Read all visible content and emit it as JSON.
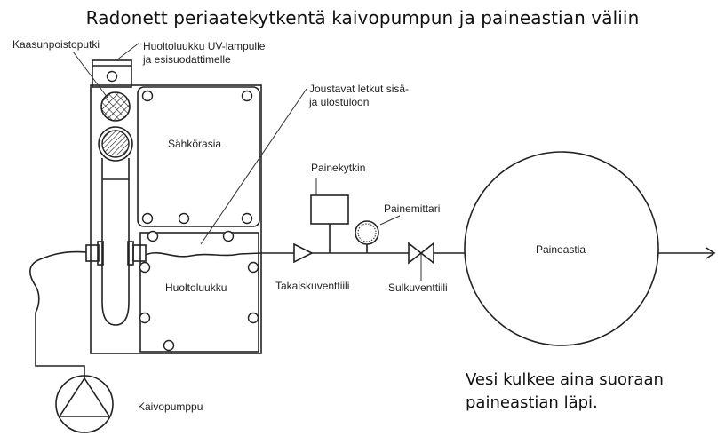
{
  "title": "Radonett periaatekytkentä kaivopumpun ja paineastian väliin",
  "labels": {
    "gas_vent": "Kaasunpoistoputki",
    "service_hatch_uv_line1": "Huoltoluukku UV-lampulle",
    "service_hatch_uv_line2": "ja esisuodattimelle",
    "flexible_hoses_line1": "Joustavat letkut sisä-",
    "flexible_hoses_line2": "ja ulostuloon",
    "electrical_box": "Sähkörasia",
    "service_hatch": "Huoltoluukku",
    "pressure_switch": "Painekytkin",
    "pressure_gauge": "Painemittari",
    "check_valve": "Takaiskuventtiili",
    "shutoff_valve": "Sulkuventtiili",
    "pressure_tank": "Paineastia",
    "well_pump": "Kaivopumppu"
  },
  "note": {
    "line1": "Vesi kulkee aina suoraan",
    "line2": "paineastian läpi."
  }
}
